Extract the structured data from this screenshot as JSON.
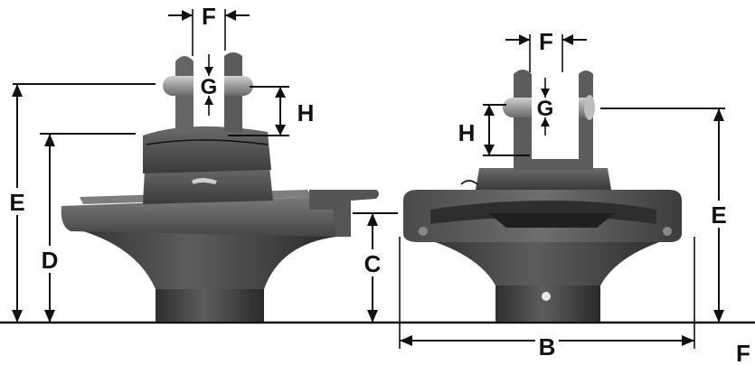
{
  "diagram": {
    "left_view": {
      "labels": {
        "E": "E",
        "D": "D",
        "C": "C",
        "H": "H",
        "G": "G",
        "F": "F"
      }
    },
    "right_view": {
      "labels": {
        "E": "E",
        "B": "B",
        "H": "H",
        "G": "G",
        "F": "F"
      }
    },
    "corner_label": "F"
  },
  "colors": {
    "body_dark": "#3b3b3b",
    "body_mid": "#5a5a5a",
    "body_light": "#8a8a8a",
    "ink": "#111111"
  }
}
